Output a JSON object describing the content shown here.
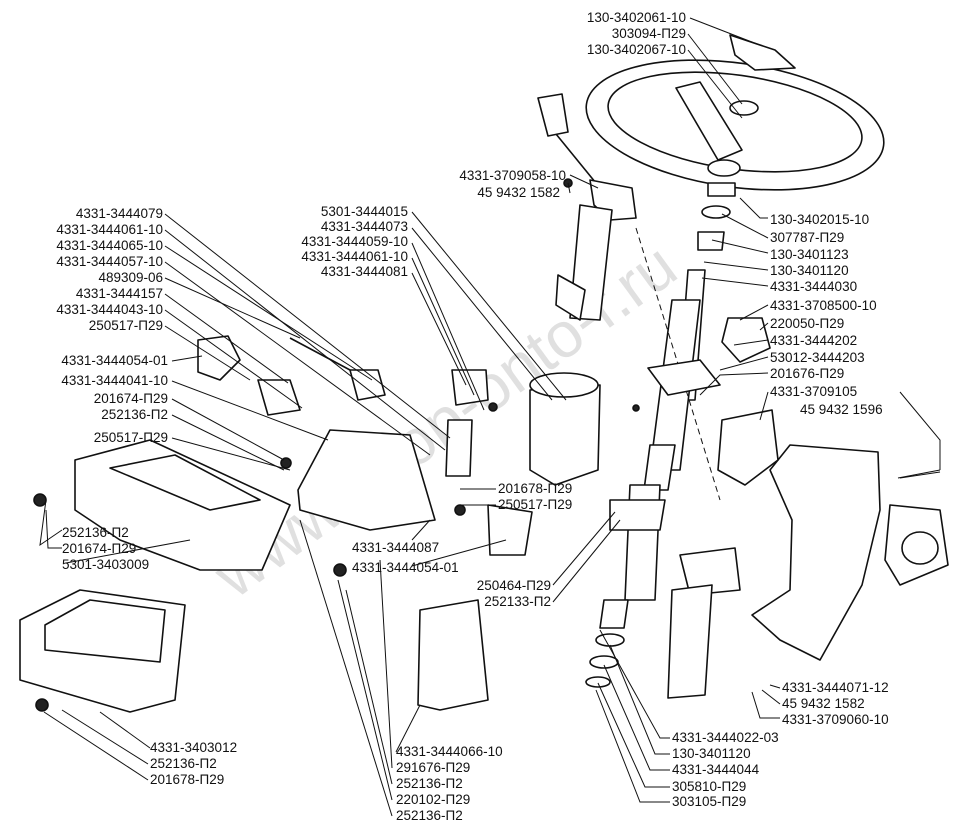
{
  "watermark": "www.shop-onto-r.ru",
  "labels": [
    "130-3402061-10",
    "303094-П29",
    "130-3402067-10",
    "4331-3709058-10",
    "45 9432 1582",
    "5301-3444015",
    "4331-3444073",
    "4331-3444059-10",
    "4331-3444061-10",
    "4331-3444081",
    "4331-3444079",
    "4331-3444061-10",
    "4331-3444065-10",
    "4331-3444057-10",
    "489309-06",
    "4331-3444157",
    "4331-3444043-10",
    "250517-П29",
    "4331-3444054-01",
    "4331-3444041-10",
    "201674-П29",
    "252136-П2",
    "250517-П29",
    "252136-П2",
    "201674-П29",
    "5301-3403009",
    "130-3402015-10",
    "307787-П29",
    "130-3401123",
    "130-3401120",
    "4331-3444030",
    "4331-3708500-10",
    "220050-П29",
    "4331-3444202",
    "53012-3444203",
    "201676-П29",
    "4331-3709105",
    "45 9432 1596",
    "201678-П29",
    "250517-П29",
    "4331-3444087",
    "4331-3444054-01",
    "250464-П29",
    "252133-П2",
    "4331-3444071-12",
    "45 9432 1582",
    "4331-3709060-10",
    "4331-3444022-03",
    "130-3401120",
    "4331-3444044",
    "305810-П29",
    "303105-П29",
    "4331-3403012",
    "252136-П2",
    "201678-П29",
    "4331-3444066-10",
    "291676-П29",
    "252136-П2",
    "220102-П29",
    "252136-П2"
  ]
}
